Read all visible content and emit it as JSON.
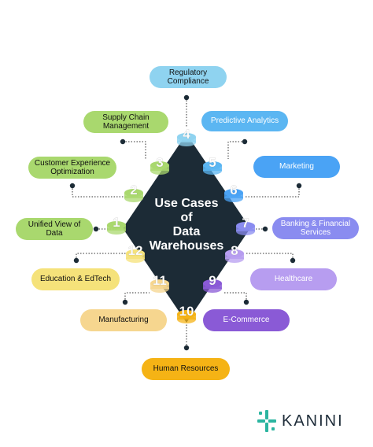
{
  "center": {
    "line1": "Use Cases",
    "line2": "of",
    "line3": "Data",
    "line4": "Warehouses"
  },
  "items": [
    {
      "number": "1",
      "label": "Unified View of Data",
      "color": "#a9d86e"
    },
    {
      "number": "2",
      "label": "Customer Experience Optimization",
      "color": "#a9d86e"
    },
    {
      "number": "3",
      "label": "Supply Chain Management",
      "color": "#a9d86e"
    },
    {
      "number": "4",
      "label": "Regulatory Compliance",
      "color": "#8fd3f0"
    },
    {
      "number": "5",
      "label": "Predictive Analytics",
      "color": "#5bb6f2"
    },
    {
      "number": "6",
      "label": "Marketing",
      "color": "#4aa3f5"
    },
    {
      "number": "7",
      "label": "Banking & Financial Services",
      "color": "#8a8cf0"
    },
    {
      "number": "8",
      "label": "Healthcare",
      "color": "#b79df0"
    },
    {
      "number": "9",
      "label": "E-Commerce",
      "color": "#8a5ad6"
    },
    {
      "number": "10",
      "label": "Human Resources",
      "color": "#f5b315"
    },
    {
      "number": "11",
      "label": "Manufacturing",
      "color": "#f6d68f"
    },
    {
      "number": "12",
      "label": "Education & EdTech",
      "color": "#f5e27a"
    }
  ],
  "logo": {
    "text": "KANINI",
    "accent": "#2bb5a0",
    "dark": "#1f2d3a"
  }
}
